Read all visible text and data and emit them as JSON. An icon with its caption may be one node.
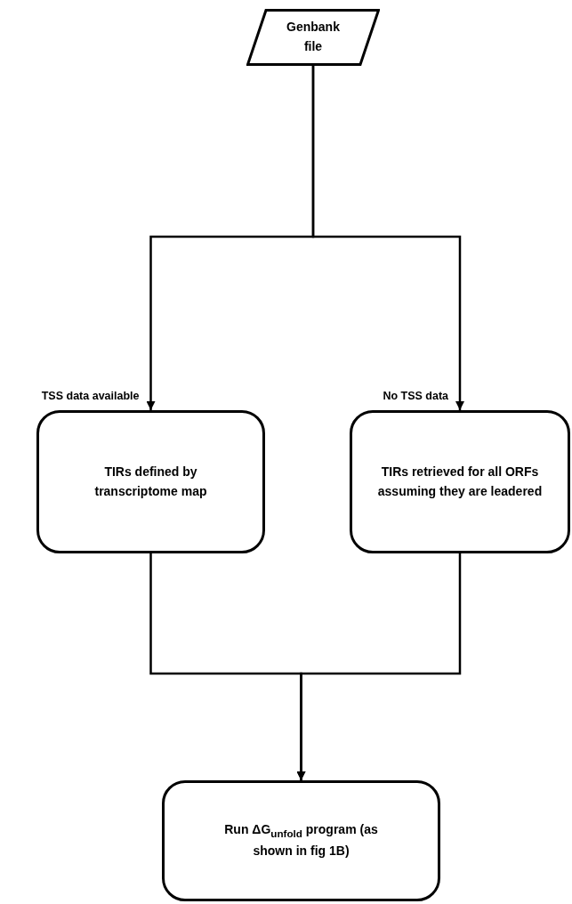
{
  "diagram": {
    "nodes": [
      {
        "text": [
          "Genbank file"
        ]
      },
      {
        "text": [
          "TIRs defined by transcriptome map"
        ]
      },
      {
        "text": [
          "TIRs retrieved for all ORFs assuming they are leadered"
        ]
      },
      {
        "text": [
          "Run ΔG$_{unfold}$ program (as shown in fig 1B)"
        ]
      }
    ],
    "edges": [
      {
        "from": 0,
        "to": 1,
        "arrow": "to",
        "label": "TSS data available"
      },
      {
        "from": 0,
        "to": 2,
        "arrow": "to",
        "label": "No TSS data"
      },
      {
        "from": 1,
        "to": 3,
        "arrow": "to"
      },
      {
        "from": 2,
        "to": 3,
        "arrow": "to"
      }
    ]
  }
}
